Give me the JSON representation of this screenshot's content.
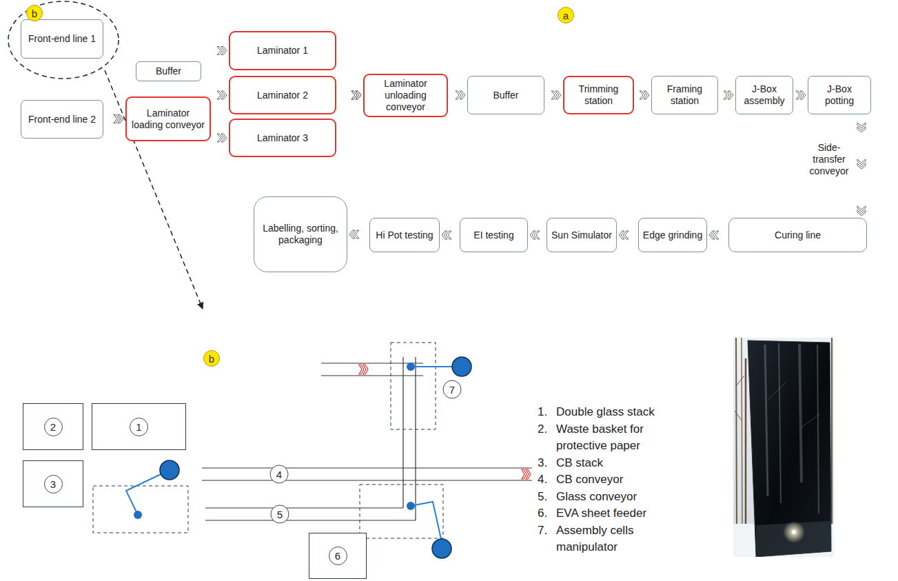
{
  "diagram": {
    "nodes": [
      {
        "text": [
          "Front-end line 1"
        ]
      },
      {
        "text": [
          "Front-end line 2"
        ]
      },
      {
        "text": [
          "Buffer"
        ]
      },
      {
        "text": [
          "Laminator loading conveyor"
        ]
      },
      {
        "text": [
          "Laminator 1"
        ]
      },
      {
        "text": [
          "Laminator 2"
        ]
      },
      {
        "text": [
          "Laminator 3"
        ]
      },
      {
        "text": [
          "Laminator unloading conveyor"
        ]
      },
      {
        "text": [
          "Buffer"
        ]
      },
      {
        "text": [
          "Trimming station"
        ]
      },
      {
        "text": [
          "Framing station"
        ]
      },
      {
        "text": [
          "J-Box assembly"
        ]
      },
      {
        "text": [
          "J-Box potting"
        ]
      },
      {
        "text": [
          "Curing line"
        ]
      },
      {
        "text": [
          "Edge grinding"
        ]
      },
      {
        "text": [
          "Sun Simulator"
        ]
      },
      {
        "text": [
          "EI testing"
        ]
      },
      {
        "text": [
          "Hi Pot testing"
        ]
      },
      {
        "text": [
          "Labelling, sorting, packaging"
        ]
      },
      {
        "text": [
          "2"
        ]
      },
      {
        "text": [
          "1"
        ]
      },
      {
        "text": [
          "3"
        ]
      },
      {
        "text": [
          "6"
        ]
      }
    ],
    "edges": [
      {
        "from": 0,
        "to": 3,
        "arrow": "to"
      },
      {
        "from": 1,
        "to": 3,
        "arrow": "to"
      },
      {
        "from": 3,
        "to": 4,
        "arrow": "to"
      },
      {
        "from": 3,
        "to": 5,
        "arrow": "to"
      },
      {
        "from": 3,
        "to": 6,
        "arrow": "to"
      },
      {
        "from": 4,
        "to": 7,
        "arrow": "to"
      },
      {
        "from": 5,
        "to": 7,
        "arrow": "to"
      },
      {
        "from": 6,
        "to": 7,
        "arrow": "to"
      },
      {
        "from": 7,
        "to": 8,
        "arrow": "to"
      },
      {
        "from": 8,
        "to": 9,
        "arrow": "to"
      },
      {
        "from": 9,
        "to": 10,
        "arrow": "to"
      },
      {
        "from": 10,
        "to": 11,
        "arrow": "to"
      },
      {
        "from": 11,
        "to": 12,
        "arrow": "to"
      },
      {
        "from": 12,
        "to": 13,
        "arrow": "to",
        "label": "Side-transfer conveyor"
      },
      {
        "from": 13,
        "to": 14,
        "arrow": "to"
      },
      {
        "from": 14,
        "to": 15,
        "arrow": "to"
      },
      {
        "from": 15,
        "to": 16,
        "arrow": "to"
      },
      {
        "from": 16,
        "to": 17,
        "arrow": "to"
      },
      {
        "from": 17,
        "to": 18,
        "arrow": "to"
      }
    ],
    "labels": [
      "a",
      "b",
      "b",
      "4",
      "5",
      "7",
      "1.",
      "Double glass stack",
      "2.",
      "Waste basket for protective paper",
      "3.",
      "CB stack",
      "4.",
      "CB conveyor",
      "5.",
      "Glass conveyor",
      "6.",
      "EVA sheet feeder",
      "7.",
      "Assembly cells manipulator"
    ]
  }
}
